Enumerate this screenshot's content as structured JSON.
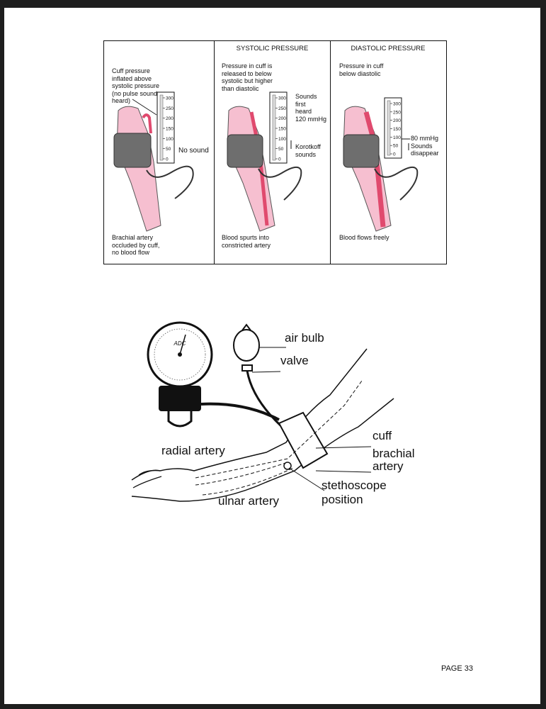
{
  "panels": [
    {
      "heading": "",
      "top_text": "Cuff pressure\ninflated above\nsystolic pressure\n(no pulse sounds\nheard)",
      "side_text": "No sound",
      "side_text_2": "",
      "bottom_text": "Brachial artery\noccluded by cuff,\nno blood flow"
    },
    {
      "heading": "SYSTOLIC PRESSURE",
      "top_text": "Pressure in cuff is\nreleased to below\nsystolic but higher\nthan diastolic",
      "side_text": "Sounds\nfirst\nheard\n120 mmHg",
      "side_text_2": "Korotkoff\nsounds",
      "bottom_text": "Blood spurts into\nconstricted artery"
    },
    {
      "heading": "DIASTOLIC PRESSURE",
      "top_text": "Pressure in cuff\nbelow diastolic",
      "side_text": "80 mmHg\nSounds\ndisappear",
      "side_text_2": "",
      "bottom_text": "Blood flows freely"
    }
  ],
  "gauge_ticks": [
    "300",
    "250",
    "200",
    "150",
    "100",
    "50",
    "0"
  ],
  "dial_brand": "ADC",
  "diagram_labels": {
    "air_bulb": "air bulb",
    "valve": "valve",
    "cuff": "cuff",
    "brachial_artery": "brachial\nartery",
    "radial_artery": "radial artery",
    "ulnar_artery": "ulnar artery",
    "stethoscope_position": "stethoscope\nposition"
  },
  "page_number": "PAGE 33",
  "colors": {
    "arm_fill": "#f6bfd0",
    "artery": "#e04a6e",
    "cuff_fill": "#6e6e6e"
  }
}
